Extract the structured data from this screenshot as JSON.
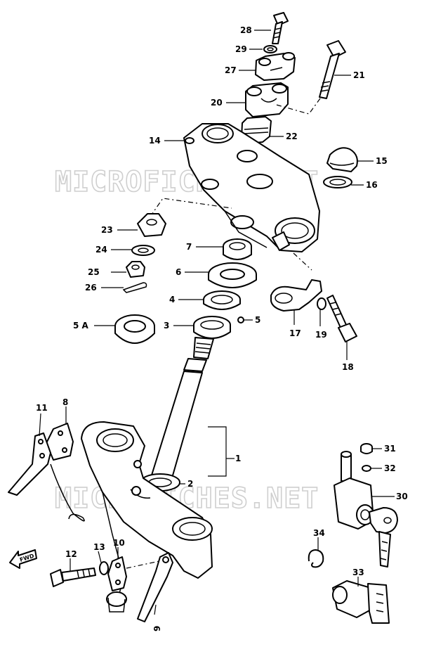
{
  "watermark": "MICROFICHES.NET",
  "direction_tag": "FWD",
  "callouts": [
    {
      "label": "28"
    },
    {
      "label": "29"
    },
    {
      "label": "27"
    },
    {
      "label": "21"
    },
    {
      "label": "20"
    },
    {
      "label": "22"
    },
    {
      "label": "14"
    },
    {
      "label": "15"
    },
    {
      "label": "16"
    },
    {
      "label": "23"
    },
    {
      "label": "7"
    },
    {
      "label": "24"
    },
    {
      "label": "6"
    },
    {
      "label": "25"
    },
    {
      "label": "26"
    },
    {
      "label": "4"
    },
    {
      "label": "5"
    },
    {
      "label": "5 A"
    },
    {
      "label": "3"
    },
    {
      "label": "17"
    },
    {
      "label": "19"
    },
    {
      "label": "18"
    },
    {
      "label": "11"
    },
    {
      "label": "8"
    },
    {
      "label": "1"
    },
    {
      "label": "2"
    },
    {
      "label": "31"
    },
    {
      "label": "32"
    },
    {
      "label": "30"
    },
    {
      "label": "34"
    },
    {
      "label": "12"
    },
    {
      "label": "13"
    },
    {
      "label": "10"
    },
    {
      "label": "9"
    },
    {
      "label": "33"
    }
  ]
}
